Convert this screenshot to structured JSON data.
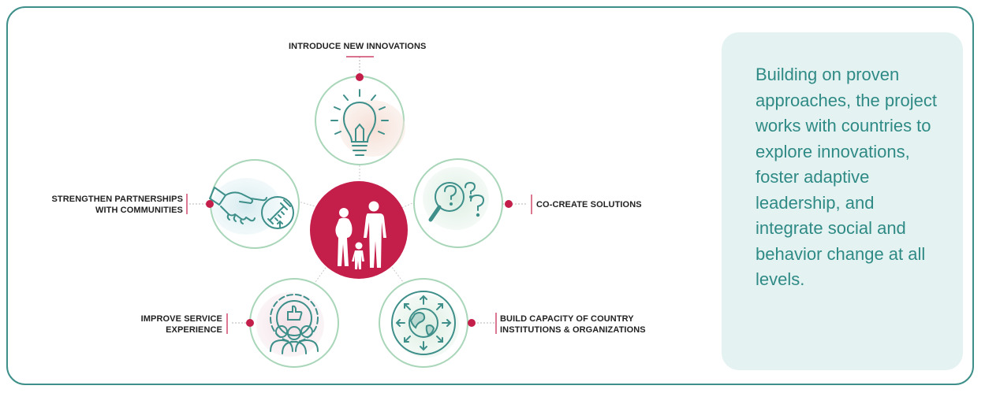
{
  "diagram": {
    "nodes": [
      {
        "id": "innovations",
        "label_lines": [
          "INTRODUCE NEW INNOVATIONS"
        ],
        "icon": "lightbulb-icon"
      },
      {
        "id": "co-create",
        "label_lines": [
          "CO-CREATE SOLUTIONS"
        ],
        "icon": "magnifier-question-icon"
      },
      {
        "id": "capacity",
        "label_lines": [
          "BUILD CAPACITY OF COUNTRY",
          "INSTITUTIONS & ORGANIZATIONS"
        ],
        "icon": "globe-arrows-icon"
      },
      {
        "id": "service",
        "label_lines": [
          "IMPROVE SERVICE",
          "EXPERIENCE"
        ],
        "icon": "people-gear-thumbsup-icon"
      },
      {
        "id": "partnerships",
        "label_lines": [
          "STRENGTHEN PARTNERSHIPS",
          "WITH COMMUNITIES"
        ],
        "icon": "handshake-syringe-icon"
      }
    ],
    "center_icon": "family-icon"
  },
  "info": {
    "text": "Building on proven approaches, the project works with countries to explore innovations, foster adaptive leadership, and integrate social and behavior change at all levels."
  },
  "colors": {
    "teal": "#3e8f8a",
    "crimson": "#c41e4a",
    "circle_outline": "#a9d6b9",
    "info_bg": "#e4f3f2"
  }
}
